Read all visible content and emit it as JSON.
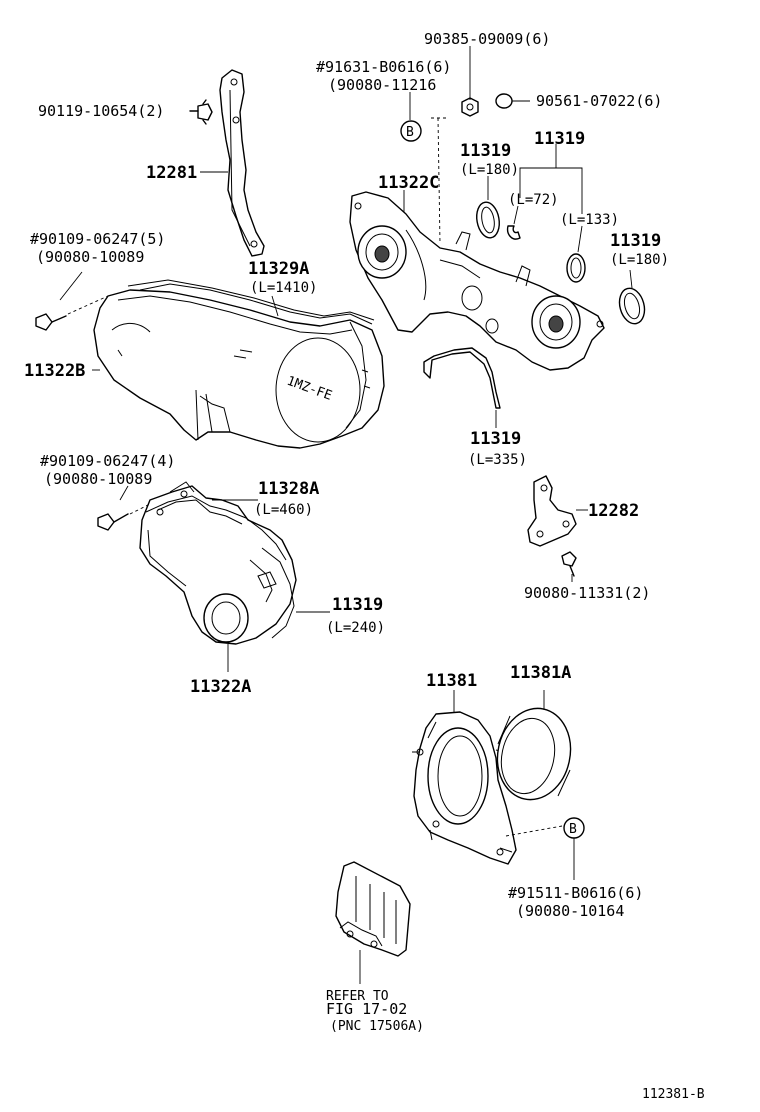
{
  "labels": {
    "p90385": "90385-09009(6)",
    "p91631": "#91631-B0616(6)",
    "p90080_11216": "(90080-11216",
    "p90119": "90119-10654(2)",
    "p90561": "90561-07022(6)",
    "p11319_a": "11319",
    "p11319_a_len": "(L=180)",
    "p11319_b": "11319",
    "p12281": "12281",
    "p11322c": "11322C",
    "p11319_b_len1": "(L=72)",
    "p11319_b_len2": "(L=133)",
    "p11319_c": "11319",
    "p11319_c_len": "(L=180)",
    "p90109_5": "#90109-06247(5)",
    "p90080_10089_a": "(90080-10089",
    "p11329a": "11329A",
    "p11329a_len": "(L=1410)",
    "p11322b": "11322B",
    "p11319_d": "11319",
    "p11319_d_len": "(L=335)",
    "p90109_4": "#90109-06247(4)",
    "p90080_10089_b": "(90080-10089",
    "p11328a": "11328A",
    "p11328a_len": "(L=460)",
    "p12282": "12282",
    "p90080_11331": "90080-11331(2)",
    "p11319_e": "11319",
    "p11319_e_len": "(L=240)",
    "p11322a": "11322A",
    "p11381": "11381",
    "p11381a": "11381A",
    "p91511": "#91511-B0616(6)",
    "p90080_10164": "(90080-10164",
    "refer1": "REFER TO",
    "refer2": "FIG 17-02",
    "refer3": "(PNC 17506A)",
    "engine_mark": "1MZ-FE",
    "callout_b": "B",
    "figure_id": "112381-B"
  }
}
